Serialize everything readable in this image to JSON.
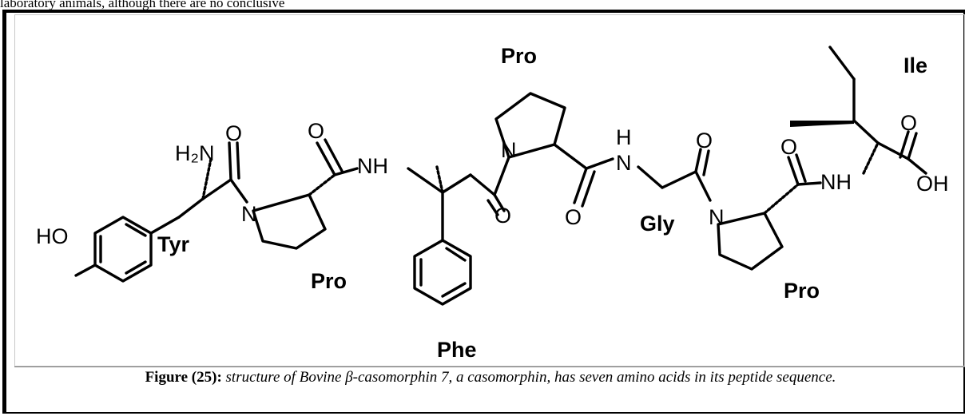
{
  "page": {
    "top_text": "laboratory animals, although there are no conclusive"
  },
  "figure": {
    "caption_label": "Figure (25):",
    "caption_text": " structure of Bovine β-casomorphin 7, a casomorphin, has seven amino acids in its peptide sequence.",
    "residues": {
      "tyr": "Tyr",
      "pro1": "Pro",
      "phe": "Phe",
      "pro2": "Pro",
      "gly": "Gly",
      "pro3": "Pro",
      "ile": "Ile"
    },
    "atoms": {
      "ho": "HO",
      "h2n": "H₂N",
      "n1": "N",
      "nh1": "NH",
      "n2": "N",
      "h_gly": "H",
      "n_gly": "N",
      "n3": "N",
      "nh2": "NH",
      "oh": "OH",
      "o_tyr": "O",
      "o_pro1": "O",
      "o_phe": "O",
      "o_pro2": "O",
      "o_gly": "O",
      "o_pro3": "O",
      "o_acid": "O"
    }
  }
}
